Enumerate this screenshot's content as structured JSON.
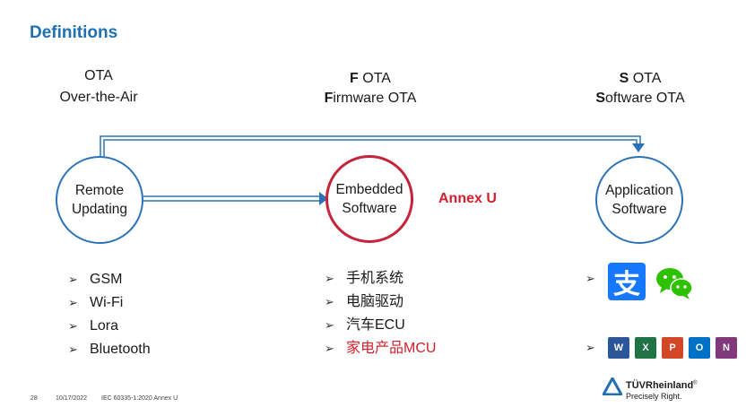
{
  "slide": {
    "title": "Definitions",
    "columns": [
      {
        "heading_bold": "",
        "heading_line1": "OTA",
        "heading_line2": "Over-the-Air",
        "circle_line1": "Remote",
        "circle_line2": "Updating",
        "bullets": [
          "GSM",
          "Wi-Fi",
          "Lora",
          "Bluetooth"
        ]
      },
      {
        "heading_bold1": "F",
        "heading_rest1": " OTA",
        "heading_bold2": "F",
        "heading_rest2": "irmware OTA",
        "circle_line1": "Embedded",
        "circle_line2": "Software",
        "annex": "Annex U",
        "bullets": [
          "手机系统",
          "电脑驱动",
          "汽车ECU",
          "家电产品MCU"
        ]
      },
      {
        "heading_bold1": "S",
        "heading_rest1": " OTA",
        "heading_bold2": "S",
        "heading_rest2": "oftware OTA",
        "circle_line1": "Application",
        "circle_line2": "Software"
      }
    ],
    "bullet_glyph": "➢",
    "footer": {
      "page": "28",
      "date": "10/17/2022",
      "standard": "IEC 60335-1:2020 Annex U"
    },
    "brand": {
      "name": "TÜVRheinland",
      "tagline": "Precisely Right.",
      "reg": "®"
    },
    "office_letters": [
      "W",
      "X",
      "P",
      "O",
      "N"
    ],
    "alipay_glyph": "支",
    "colors": {
      "title": "#1f6fb3",
      "circle_blue": "#2c73b6",
      "circle_red": "#c4243b",
      "accent_red": "#d3202e",
      "alipay": "#1677ff",
      "wechat": "#2dc100",
      "word": "#2b579a",
      "excel": "#217346",
      "powerpoint": "#d24726",
      "outlook": "#0072c6",
      "onenote": "#80397b"
    }
  }
}
